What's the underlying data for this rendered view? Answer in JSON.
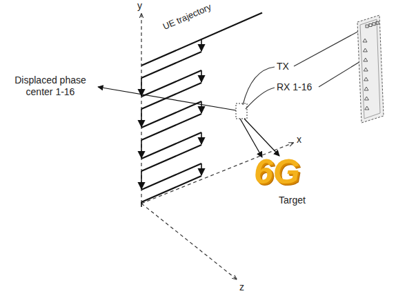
{
  "diagram": {
    "labels": [
      "y",
      "UE trajectory",
      "Displaced phase center 1-16",
      "TX",
      "RX 1-16",
      "x",
      "6G",
      "Target",
      "z"
    ]
  }
}
